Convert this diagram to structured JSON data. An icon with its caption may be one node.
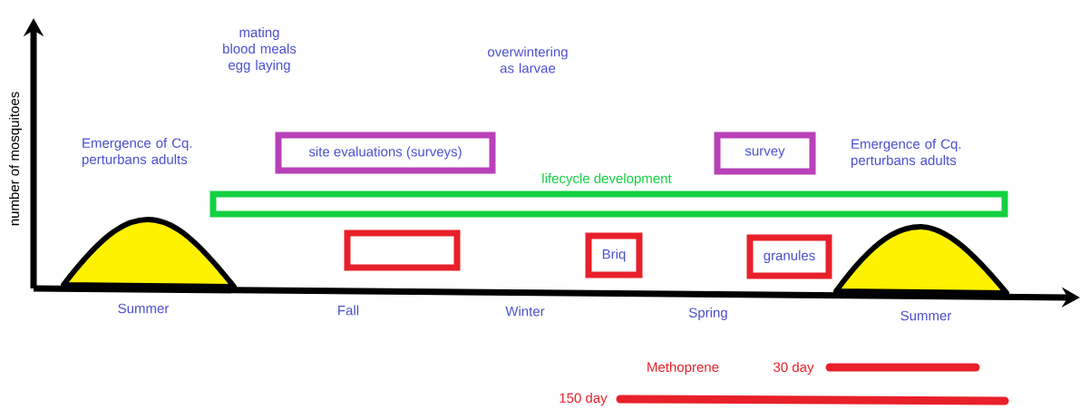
{
  "diagram": {
    "nodes": [
      {
        "text": [
          "site evaluations (surveys)"
        ]
      },
      {
        "text": [
          "survey"
        ]
      },
      {
        "text": [
          "lifecycle development"
        ]
      },
      {
        "text": [],
        "shape": "box"
      },
      {
        "text": [
          "Briq"
        ]
      },
      {
        "text": [
          "granules"
        ]
      }
    ],
    "labels": [
      "mating blood meals egg laying",
      "overwintering as larvae",
      "number of mosquitoes",
      "Emergence of Cq. perturbans adults",
      "Emergence of Cq. perturbans adults",
      "Summer",
      "Fall",
      "Winter",
      "Spring",
      "Summer",
      "Methoprene",
      "30 day",
      "150 day"
    ]
  }
}
